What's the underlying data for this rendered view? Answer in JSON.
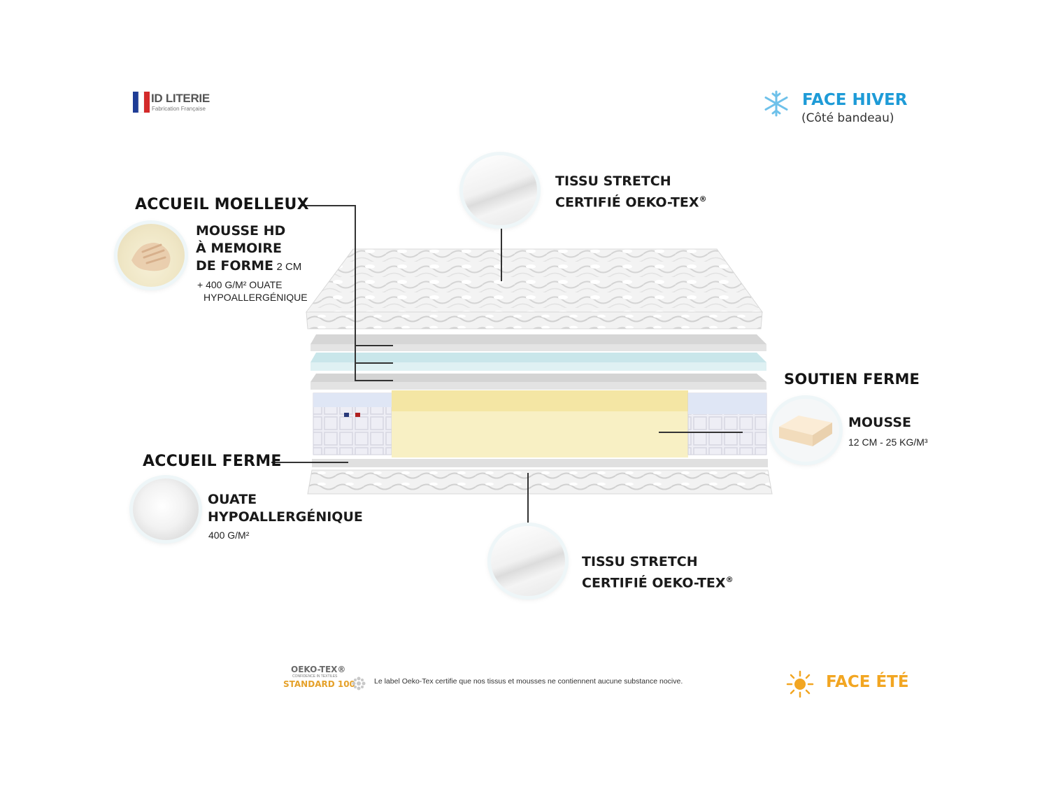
{
  "brand": {
    "name": "ID LITERIE",
    "tagline": "Fabrication Française"
  },
  "face_hiver": {
    "title": "FACE HIVER",
    "subtitle": "(Côté bandeau)",
    "color": "#1e9bd7",
    "icon": "snowflake-icon"
  },
  "face_ete": {
    "title": "FACE ÉTÉ",
    "color": "#f2a622",
    "icon": "sun-icon"
  },
  "top_fabric": {
    "line1": "TISSU STRETCH",
    "line2": "CERTIFIÉ OEKO-TEX",
    "mark": "®"
  },
  "bottom_fabric": {
    "line1": "TISSU STRETCH",
    "line2": "CERTIFIÉ OEKO-TEX",
    "mark": "®"
  },
  "accueil_moelleux": {
    "title": "ACCUEIL MOELLEUX",
    "line1": "MOUSSE HD",
    "line2": "À MEMOIRE",
    "line3": "DE FORME",
    "thickness": "2 CM",
    "extra1": "+ 400 G/M² OUATE",
    "extra2": "HYPOALLERGÉNIQUE"
  },
  "soutien_ferme": {
    "title": "SOUTIEN FERME",
    "material": "MOUSSE",
    "spec": "12 CM - 25 KG/M³"
  },
  "accueil_ferme": {
    "title": "ACCUEIL FERME",
    "line1": "OUATE",
    "line2": "HYPOALLERGÉNIQUE",
    "spec": "400 G/M²"
  },
  "oeko_tex": {
    "logo_title": "OEKO-TEX®",
    "logo_sub": "CONFIDENCE IN TEXTILES",
    "logo_standard": "STANDARD 100",
    "note": "Le label Oeko-Tex certifie que nos tissus et mousses ne contiennent aucune substance nocive."
  },
  "colors": {
    "foam_yellow": "#f6ecb8",
    "memory_blue": "#d8eef0",
    "grey_layer": "#dcdcdc"
  }
}
